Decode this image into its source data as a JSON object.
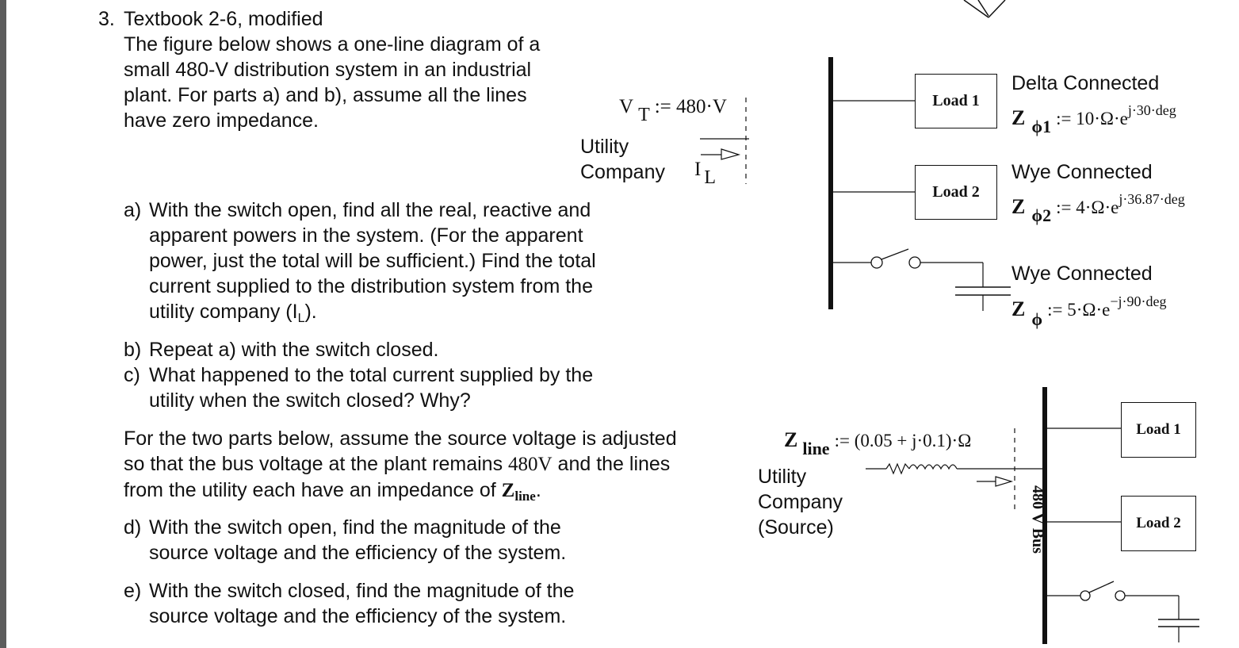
{
  "problem": {
    "number": "3.",
    "title": "Textbook 2-6, modified",
    "intro": [
      "The figure below shows a one-line diagram of a",
      "small 480-V distribution system in an industrial",
      "plant. For parts a) and b), assume all the lines",
      "have zero impedance."
    ],
    "part_a": {
      "label": "a)",
      "lines": [
        "With the switch open, find all the real, reactive and",
        "apparent powers in the system.  (For the apparent",
        "power, just the total will be sufficient.)  Find the total",
        "current supplied to the distribution system from the"
      ],
      "last_prefix": "utility company (I",
      "last_sub": "L",
      "last_suffix": ")."
    },
    "part_b": {
      "label": "b)",
      "text": "Repeat a) with the switch closed."
    },
    "part_c": {
      "label": "c)",
      "lines": [
        "What happened to the total current supplied by the",
        "utility when the switch closed? Why?"
      ]
    },
    "para2": {
      "line1": "For the two parts below, assume the source voltage is adjusted",
      "line2_prefix": "so that the bus voltage at the plant remains ",
      "line2_value": "480V",
      "line2_suffix": " and the lines",
      "line3_prefix": "from the utility each have an impedance of ",
      "line3_Z": "Z",
      "line3_sub": "line",
      "line3_suffix": "."
    },
    "part_d": {
      "label": "d)",
      "lines": [
        "With the switch open, find the magnitude of the",
        "source voltage and the efficiency of the system."
      ]
    },
    "part_e": {
      "label": "e)",
      "lines": [
        "With the switch closed, find the magnitude of the",
        "source voltage and the efficiency of the system."
      ]
    }
  },
  "diagram1": {
    "vt": {
      "V": "V",
      "sub": "T",
      "expr": ":= 480·V"
    },
    "source_label": [
      "Utility",
      "Company"
    ],
    "current": {
      "I": "I",
      "sub": "L"
    },
    "load1": {
      "box": "Load 1",
      "connection": "Delta Connected",
      "Z": "Z",
      "sub": "ϕ1",
      "expr": ":= 10·Ω·e",
      "exp": "j·30·deg"
    },
    "load2": {
      "box": "Load 2",
      "connection": "Wye Connected",
      "Z": "Z",
      "sub": "ϕ2",
      "expr": ":= 4·Ω·e",
      "exp": "j·36.87·deg"
    },
    "load3": {
      "connection": "Wye Connected",
      "Z": "Z",
      "sub": "ϕ",
      "expr": ":= 5·Ω·e",
      "exp": "−j·90·deg"
    }
  },
  "diagram2": {
    "zline": {
      "Z": "Z",
      "sub": "line",
      "expr": ":= (0.05 + j·0.1)·Ω"
    },
    "source_label": [
      "Utility",
      "Company",
      "(Source)"
    ],
    "bus_label": "480 V Bus",
    "load1": "Load 1",
    "load2": "Load 2"
  }
}
